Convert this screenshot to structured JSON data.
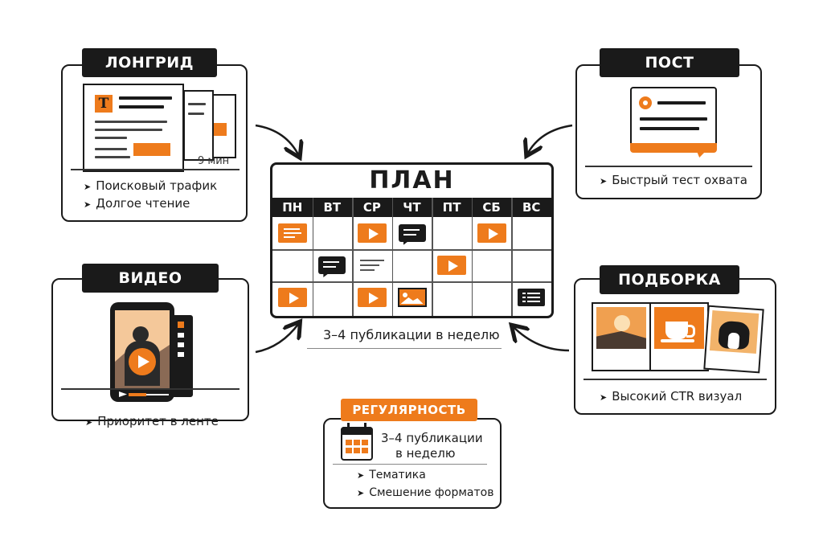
{
  "colors": {
    "accent": "#ee7b1c",
    "dark": "#1a1a1a"
  },
  "longread": {
    "title": "ЛОНГРИД",
    "badge_letter": "T",
    "read_time": "9 мин",
    "bullets": [
      "Поисковый трафик",
      "Долгое чтение"
    ]
  },
  "post": {
    "title": "ПОСТ",
    "bullets": [
      "Быстрый тест охвата"
    ]
  },
  "video": {
    "title": "ВИДЕО",
    "bullets": [
      "Приоритет в ленте"
    ]
  },
  "collection": {
    "title": "ПОДБОРКА",
    "bullets": [
      "Высокий CTR визуал"
    ]
  },
  "plan": {
    "title": "ПЛАН",
    "days": [
      "ПН",
      "ВТ",
      "СР",
      "ЧТ",
      "ПТ",
      "СБ",
      "ВС"
    ],
    "caption": "3–4 публикации в неделю",
    "schedule": [
      {
        "day": "ПН",
        "row": 1,
        "icon": "text-card-icon"
      },
      {
        "day": "СР",
        "row": 1,
        "icon": "video-play-icon"
      },
      {
        "day": "ЧТ",
        "row": 1,
        "icon": "chat-bubble-icon"
      },
      {
        "day": "СБ",
        "row": 1,
        "icon": "video-play-icon"
      },
      {
        "day": "ВТ",
        "row": 2,
        "icon": "chat-bubble-icon"
      },
      {
        "day": "СР",
        "row": 2,
        "icon": "text-lines-icon"
      },
      {
        "day": "ПТ",
        "row": 2,
        "icon": "video-play-icon"
      },
      {
        "day": "ПН",
        "row": 3,
        "icon": "video-play-icon"
      },
      {
        "day": "СР",
        "row": 3,
        "icon": "video-play-icon"
      },
      {
        "day": "ЧТ",
        "row": 3,
        "icon": "image-icon"
      },
      {
        "day": "ВС",
        "row": 3,
        "icon": "list-card-icon"
      }
    ]
  },
  "regularity": {
    "title": "РЕГУЛЯРНОСТЬ",
    "line1": "3–4 публикации",
    "line2": "в неделю",
    "bullets": [
      "Тематика",
      "Смешение форматов"
    ]
  }
}
